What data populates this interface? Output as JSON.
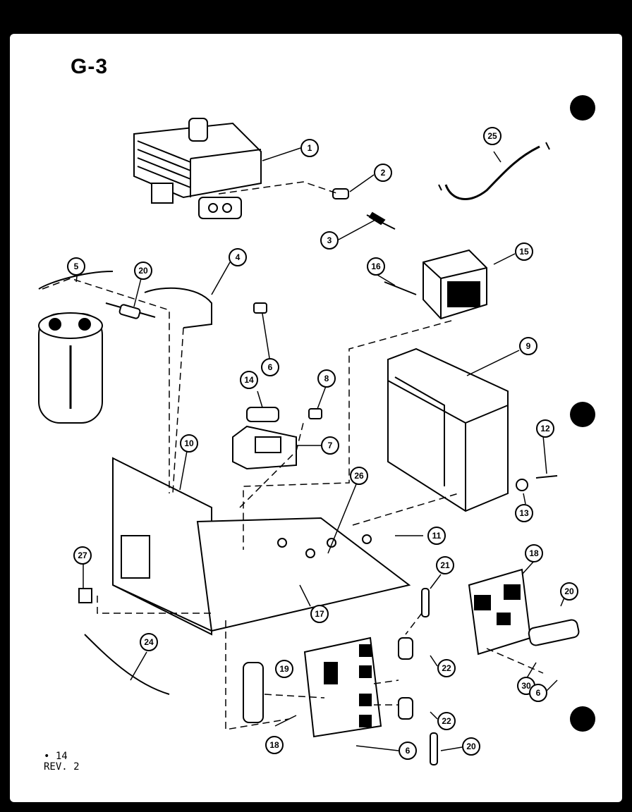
{
  "title": "G-3",
  "footnote": {
    "line1": "• 14",
    "line2": "REV. 2"
  },
  "callouts": {
    "c1": "1",
    "c2": "2",
    "c3": "3",
    "c4": "4",
    "c5": "5",
    "c6a": "6",
    "c6b": "6",
    "c6c": "6",
    "c7": "7",
    "c8": "8",
    "c9": "9",
    "c10": "10",
    "c11": "11",
    "c12": "12",
    "c13": "13",
    "c14": "14",
    "c15": "15",
    "c16": "16",
    "c17": "17",
    "c18a": "18",
    "c18b": "18",
    "c19": "19",
    "c20a": "20",
    "c20b": "20",
    "c20c": "20",
    "c21": "21",
    "c22a": "22",
    "c22b": "22",
    "c24": "24",
    "c25": "25",
    "c26": "26",
    "c27": "27",
    "c30": "30"
  }
}
